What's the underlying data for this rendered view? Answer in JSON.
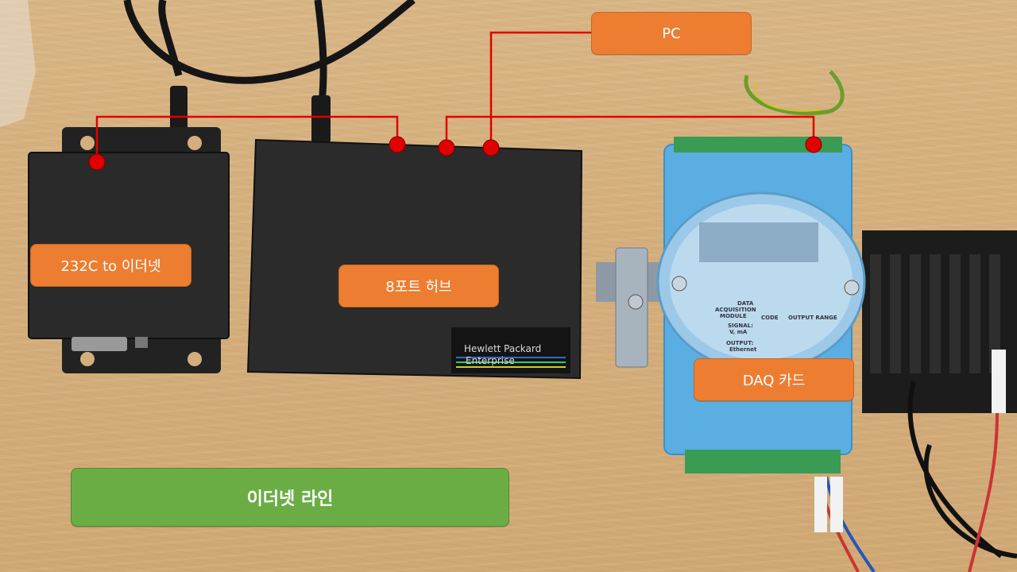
{
  "labels": {
    "pc": "PC",
    "rs232_converter": "232C to 이더넷",
    "hub": "8포트 허브",
    "daq": "DAQ 카드",
    "ethernet_line": "이더넷 라인"
  },
  "hub_brand": {
    "line1": "Hewlett Packard",
    "line2": "Enterprise"
  },
  "daq_module_text": {
    "line1": "DATA",
    "line2": "ACQUISITION",
    "line3": "MODULE",
    "line4": "SIGNAL:",
    "line5": "V, mA",
    "line6": "OUTPUT:",
    "line7": "Ethernet",
    "col1": "CODE",
    "col2": "OUTPUT RANGE"
  },
  "colors": {
    "label_orange": "#ed7d31",
    "label_green": "#6aad45",
    "connection_line": "#e00000",
    "daq_blue": "#5aaee2"
  }
}
